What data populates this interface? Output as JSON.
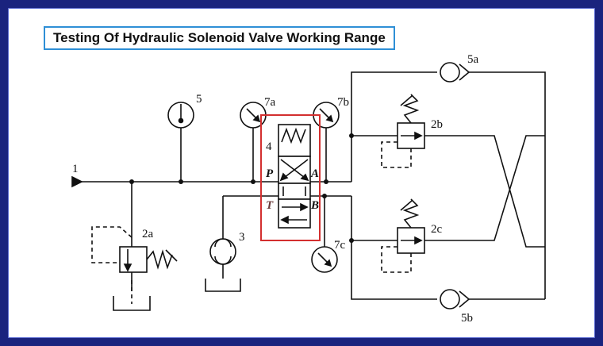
{
  "title": "Testing Of Hydraulic Solenoid Valve Working Range",
  "colors": {
    "frame": "#1a237e",
    "title_border": "#2e8fd6",
    "highlight_box": "#d32f2f",
    "line": "#111111"
  },
  "labels": {
    "input": "1",
    "relief_valve": "2a",
    "pump": "3",
    "solenoid_number": "4",
    "gauge_supply": "5",
    "gauge_p": "7a",
    "gauge_a": "7b",
    "gauge_b": "7c",
    "relief_top": "2b",
    "relief_bottom": "2c",
    "check_top": "5a",
    "check_bottom": "5b",
    "port_p": "P",
    "port_a": "A",
    "port_t": "T",
    "port_b": "B"
  }
}
